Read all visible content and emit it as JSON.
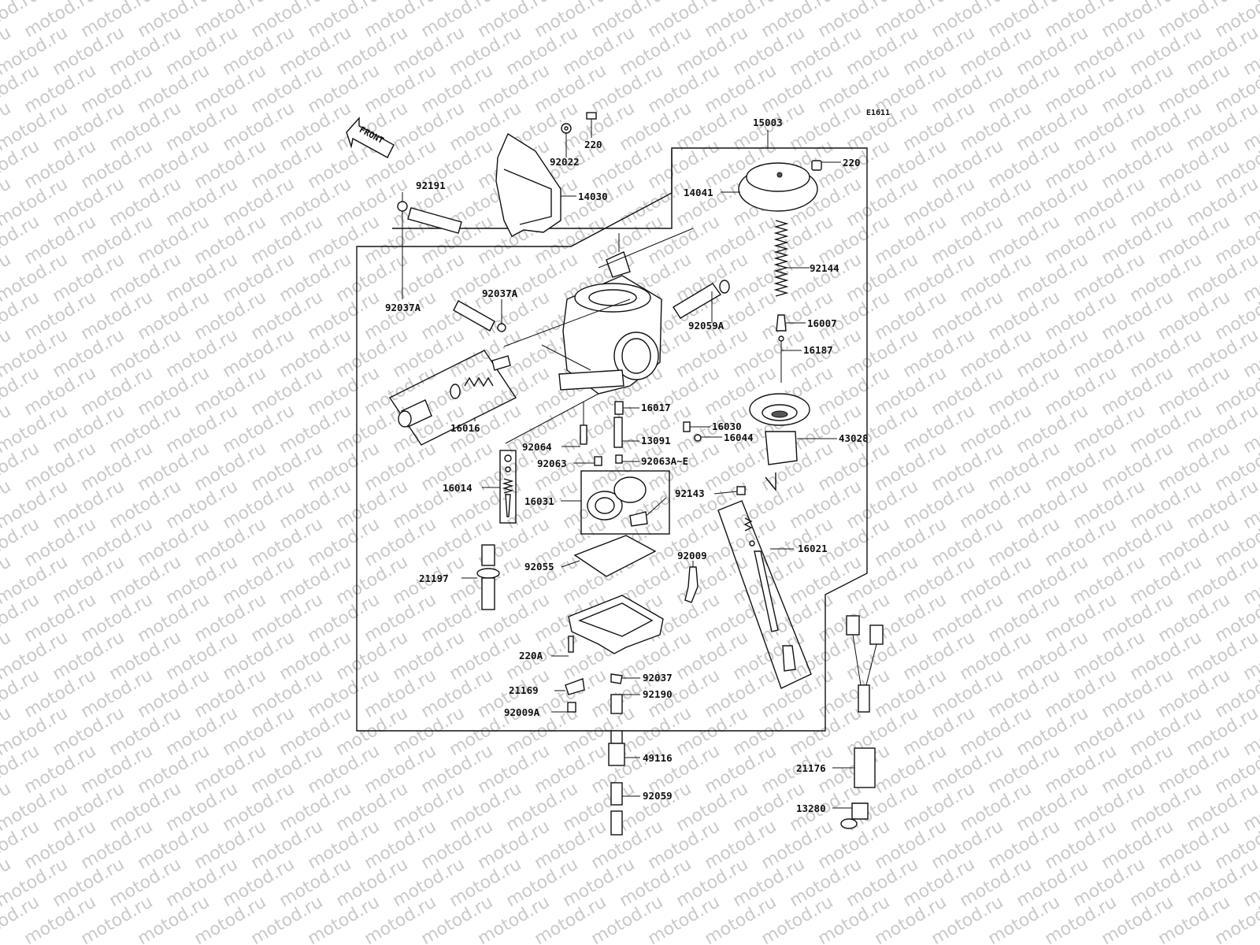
{
  "watermark": "motod.ru",
  "diagram_code": "E1611",
  "front_label": "FRONT",
  "labels": {
    "15003": "15003",
    "220_top": "220",
    "92022": "92022",
    "14030": "14030",
    "220_right": "220",
    "14041": "14041",
    "92191": "92191",
    "92037A_left": "92037A",
    "92037A_mid": "92037A",
    "92144": "92144",
    "92059A": "92059A",
    "16007": "16007",
    "16187": "16187",
    "16016": "16016",
    "16017": "16017",
    "16030": "16030",
    "16044": "16044",
    "43028": "43028",
    "92064": "92064",
    "13091": "13091",
    "92063": "92063",
    "92063AE": "92063A~E",
    "16014": "16014",
    "92143": "92143",
    "16031": "16031",
    "16021": "16021",
    "92009": "92009",
    "92055": "92055",
    "21197": "21197",
    "220A": "220A",
    "92037": "92037",
    "21169": "21169",
    "92190": "92190",
    "92009A": "92009A",
    "49116": "49116",
    "21176": "21176",
    "92059": "92059",
    "13280": "13280"
  }
}
